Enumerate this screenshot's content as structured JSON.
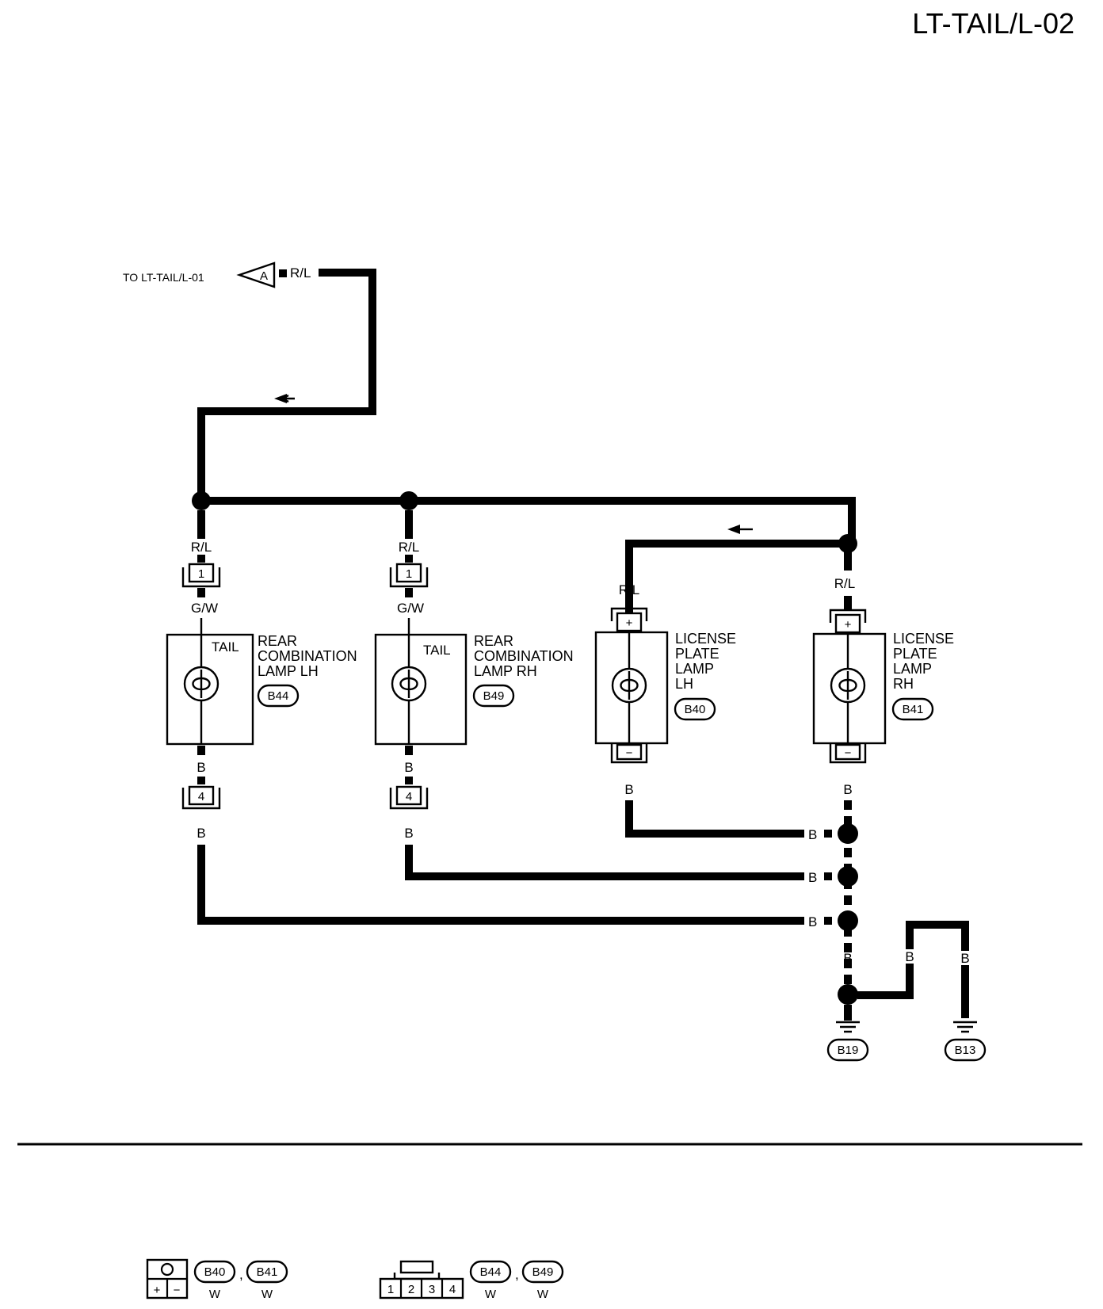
{
  "page_title": "LT-TAIL/L-02",
  "offpage": {
    "text": "TO LT-TAIL/L-01",
    "connector": "A"
  },
  "wire_colors": {
    "rl": "R/L",
    "gw": "G/W",
    "b": "B"
  },
  "lamps": [
    {
      "id": "rcl_lh",
      "tail": "TAIL",
      "name_lines": [
        "REAR",
        "COMBINATION",
        "LAMP LH"
      ],
      "connector": "B44",
      "pin_in": "1",
      "pin_out": "4"
    },
    {
      "id": "rcl_rh",
      "tail": "TAIL",
      "name_lines": [
        "REAR",
        "COMBINATION",
        "LAMP RH"
      ],
      "connector": "B49",
      "pin_in": "1",
      "pin_out": "4"
    },
    {
      "id": "lpl_lh",
      "name_lines": [
        "LICENSE",
        "PLATE",
        "LAMP",
        "LH"
      ],
      "connector": "B40",
      "pin_in": "+",
      "pin_out": "−"
    },
    {
      "id": "lpl_rh",
      "name_lines": [
        "LICENSE",
        "PLATE",
        "LAMP",
        "RH"
      ],
      "connector": "B41",
      "pin_in": "+",
      "pin_out": "−"
    }
  ],
  "grounds": [
    "B19",
    "B13"
  ],
  "legend": {
    "left": {
      "pins": [
        "+",
        "−"
      ],
      "connectors": [
        "B40",
        "B41"
      ],
      "color": "W",
      "sep": ","
    },
    "right": {
      "pins": [
        "1",
        "2",
        "3",
        "4"
      ],
      "connectors": [
        "B44",
        "B49"
      ],
      "color": "W",
      "sep": ","
    }
  }
}
